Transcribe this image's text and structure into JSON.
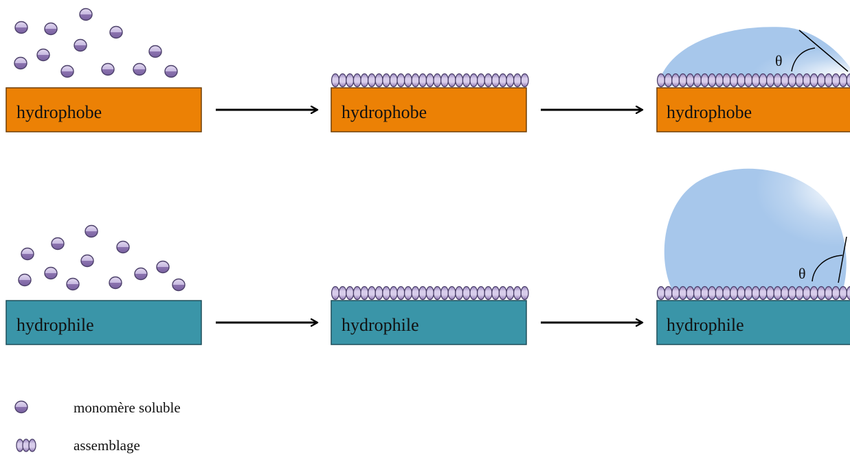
{
  "rows": [
    {
      "surface": "hydrophobe",
      "color": "#EC8105",
      "angle_symbol": "θ"
    },
    {
      "surface": "hydrophile",
      "color": "#3A95A8",
      "angle_symbol": "θ"
    }
  ],
  "legend": {
    "monomer_label": "monomère soluble",
    "assembly_label": "assemblage"
  },
  "colors": {
    "monomer_top": "#CFC3E6",
    "monomer_bottom": "#8A71AE",
    "monomer_stroke": "#4B3F69",
    "droplet": "#A7C7EB",
    "arrow": "#000000"
  },
  "icons": {
    "monomer": "monomer-icon",
    "assembly": "assembly-icon",
    "arrow": "right-arrow-icon"
  }
}
